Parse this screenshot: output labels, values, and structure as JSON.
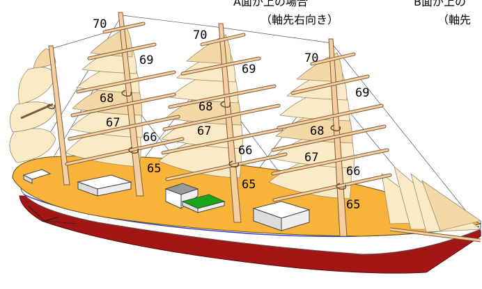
{
  "headings": {
    "a_title": "A面が上の場合",
    "a_note": "（軸先右向き）",
    "b_title": "B面が上の",
    "b_note": "（軸先"
  },
  "mast_labels": {
    "fore": [
      "70",
      "69",
      "68",
      "67",
      "66",
      "65"
    ],
    "main": [
      "70",
      "69",
      "68",
      "67",
      "66",
      "65"
    ],
    "mizzen": [
      "70",
      "69",
      "68",
      "67",
      "66",
      "65"
    ]
  },
  "colors": {
    "deck": "#f8b33a",
    "hull_top": "#ffffff",
    "hull_stripe": "#2a3cc8",
    "hull_bottom": "#a31616",
    "sail": "#fbeac6",
    "green_hatch": "#1aa61a",
    "gray_hatch": "#999999"
  }
}
